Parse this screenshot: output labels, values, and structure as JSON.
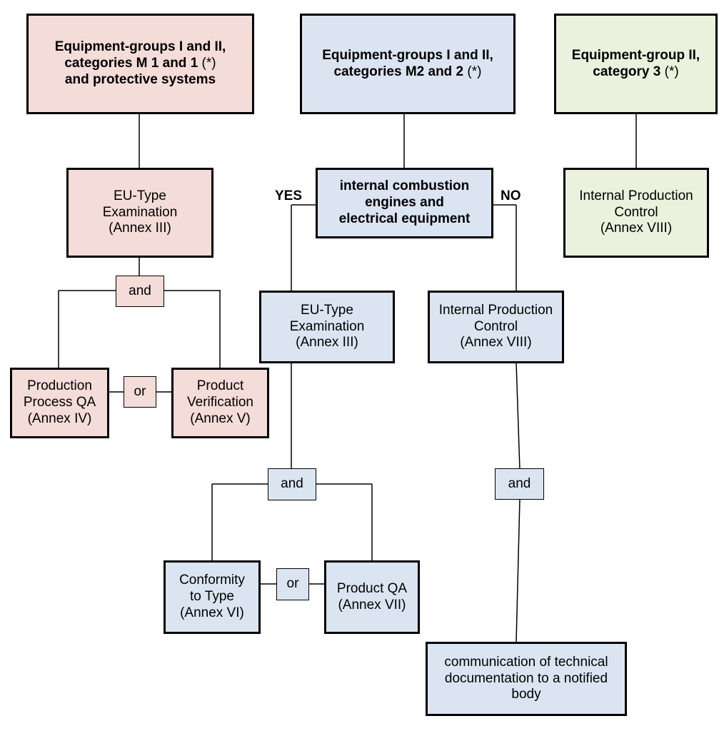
{
  "headers": {
    "group_m1": {
      "text": "Equipment-groups I and II,\ncategories M 1 and 1 ",
      "note": "(*)",
      "suffix": "\nand protective systems"
    },
    "group_m2": {
      "text": "Equipment-groups I and II,\ncategories M2 and 2 ",
      "note": "(*)"
    },
    "group_3": {
      "text": "Equipment-group II,\ncategory 3 ",
      "note": "(*)"
    }
  },
  "nodes": {
    "eu_type_left": "EU-Type\nExamination\n(Annex III)",
    "and_left": "and",
    "production_qa": "Production\nProcess QA\n(Annex IV)",
    "or_left": "or",
    "product_verification": "Product\nVerification\n(Annex V)",
    "decision": "internal combustion\nengines and\nelectrical equipment",
    "yes_label": "YES",
    "no_label": "NO",
    "eu_type_mid": "EU-Type\nExamination\n(Annex III)",
    "ipc_mid": "Internal Production\nControl\n(Annex VIII)",
    "and_mid": "and",
    "conformity_type": "Conformity\nto Type\n(Annex VI)",
    "or_mid": "or",
    "product_qa": "Product QA\n(Annex VII)",
    "and_right": "and",
    "communication": "communication of technical\ndocumentation to a notified\nbody",
    "ipc_right": "Internal Production\nControl\n(Annex VIII)"
  },
  "colors": {
    "pink": "#f4dcd8",
    "blue": "#dbe5f1",
    "green": "#ebf1dd",
    "line": "#000000"
  }
}
